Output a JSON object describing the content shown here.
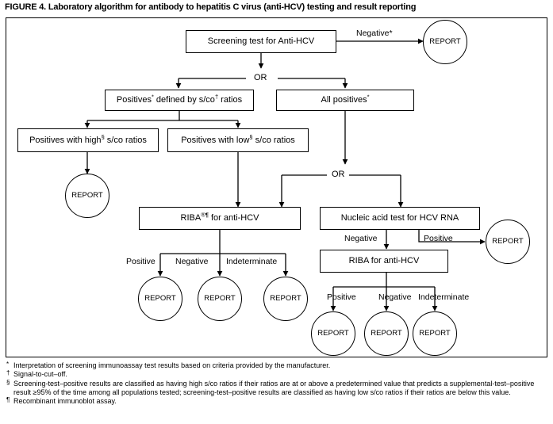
{
  "figure": {
    "title": "FIGURE 4. Laboratory algorithm for antibody to hepatitis C virus (anti-HCV) testing and result reporting"
  },
  "diagram": {
    "type": "flowchart",
    "nodes": [
      {
        "id": "screening",
        "shape": "box",
        "label": "Screening test for Anti-HCV"
      },
      {
        "id": "report-neg-screen",
        "shape": "circle",
        "label": "REPORT"
      },
      {
        "id": "or-1",
        "shape": "label",
        "label": "OR"
      },
      {
        "id": "pos-sco",
        "shape": "box",
        "label": "Positives* defined by s/co† ratios"
      },
      {
        "id": "all-pos",
        "shape": "box",
        "label": "All positives*"
      },
      {
        "id": "pos-high",
        "shape": "box",
        "label": "Positives with high§ s/co ratios"
      },
      {
        "id": "pos-low",
        "shape": "box",
        "label": "Positives with low§ s/co ratios"
      },
      {
        "id": "report-high",
        "shape": "circle",
        "label": "REPORT"
      },
      {
        "id": "or-2",
        "shape": "label",
        "label": "OR"
      },
      {
        "id": "riba-1",
        "shape": "box",
        "label": "RIBA®¶ for anti-HCV"
      },
      {
        "id": "nat",
        "shape": "box",
        "label": "Nucleic acid test for HCV RNA"
      },
      {
        "id": "report-nat-pos",
        "shape": "circle",
        "label": "REPORT"
      },
      {
        "id": "riba-2",
        "shape": "box",
        "label": "RIBA for anti-HCV"
      },
      {
        "id": "report-r1-pos",
        "shape": "circle",
        "label": "REPORT"
      },
      {
        "id": "report-r1-neg",
        "shape": "circle",
        "label": "REPORT"
      },
      {
        "id": "report-r1-ind",
        "shape": "circle",
        "label": "REPORT"
      },
      {
        "id": "report-r2-pos",
        "shape": "circle",
        "label": "REPORT"
      },
      {
        "id": "report-r2-neg",
        "shape": "circle",
        "label": "REPORT"
      },
      {
        "id": "report-r2-ind",
        "shape": "circle",
        "label": "REPORT"
      }
    ],
    "edge_labels": {
      "screen_negative": "Negative*",
      "nat_negative": "Negative",
      "nat_positive": "Positive",
      "riba1_positive": "Positive",
      "riba1_negative": "Negative",
      "riba1_indeterminate": "Indeterminate",
      "riba2_positive": "Positive",
      "riba2_negative": "Negative",
      "riba2_indeterminate": "Indeterminate"
    },
    "node_labels": {
      "screening": "Screening test for Anti-HCV",
      "report": "REPORT",
      "or": "OR",
      "pos_sco_pre": "Positives",
      "pos_sco_mid": " defined by s/co",
      "pos_sco_post": " ratios",
      "all_positives_pre": "All positives",
      "pos_high_pre": "Positives with high",
      "pos_high_post": " s/co ratios",
      "pos_low_pre": "Positives with low",
      "pos_low_post": " s/co ratios",
      "riba1_pre": "RIBA",
      "riba1_post": " for anti-HCV",
      "nat": "Nucleic acid test for HCV RNA",
      "riba2": "RIBA for anti-HCV"
    },
    "markers": {
      "asterisk": "*",
      "dagger": "†",
      "section": "§",
      "pilcrow": "¶",
      "registered": "®"
    }
  },
  "footnotes": [
    {
      "marker": "*",
      "text": "Interpretation of screening immunoassay test results based on criteria provided by the manufacturer."
    },
    {
      "marker": "†",
      "text": "Signal-to-cut–off."
    },
    {
      "marker": "§",
      "text": "Screening-test–positive results are classified as having high s/co ratios if their ratios are at or above a predetermined value that predicts a supplemental-test–positive result ≥95% of the time among all populations tested; screening-test–positive results are classified as having low s/co ratios if their ratios are below this value."
    },
    {
      "marker": "¶",
      "text": "Recombinant immunoblot assay."
    }
  ],
  "colors": {
    "line": "#000000",
    "background": "#ffffff",
    "text": "#000000"
  }
}
